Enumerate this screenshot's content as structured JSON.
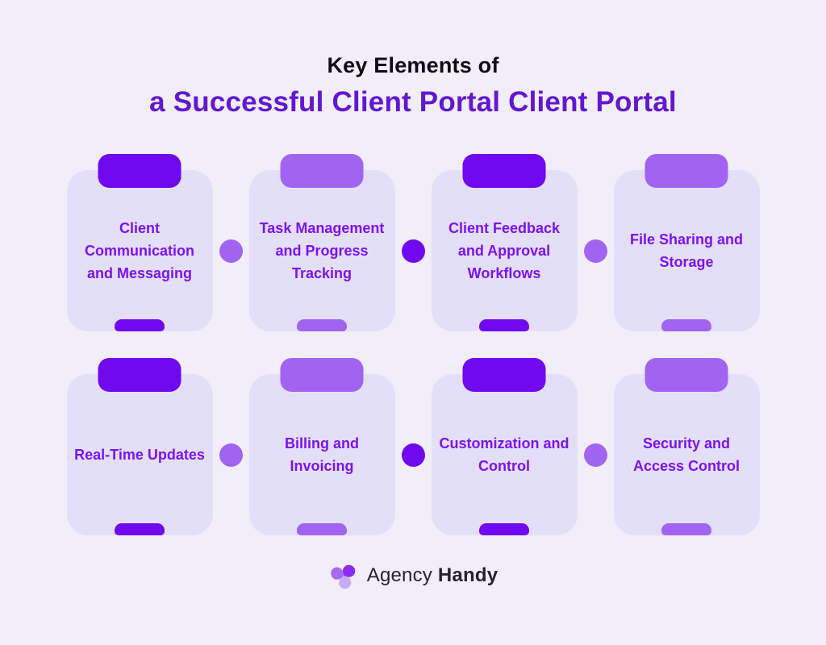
{
  "title": {
    "line1": "Key Elements of",
    "line2": "a Successful Client Portal Client Portal",
    "line1_color": "#0F0A1A",
    "line2_color": "#6217D0"
  },
  "cards": [
    {
      "label": "Client Communication and Messaging",
      "accent": "dark"
    },
    {
      "label": "Task Management and Progress Tracking",
      "accent": "light"
    },
    {
      "label": "Client Feedback and Approval Workflows",
      "accent": "dark"
    },
    {
      "label": "File Sharing and Storage",
      "accent": "light"
    },
    {
      "label": "Real-Time Updates",
      "accent": "dark"
    },
    {
      "label": "Billing and Invoicing",
      "accent": "light"
    },
    {
      "label": "Customization and Control",
      "accent": "dark"
    },
    {
      "label": "Security and Access Control",
      "accent": "light"
    }
  ],
  "connectors": [
    {
      "accent": "light"
    },
    {
      "accent": "dark"
    },
    {
      "accent": "light"
    },
    {
      "accent": "light"
    },
    {
      "accent": "dark"
    },
    {
      "accent": "light"
    }
  ],
  "colors": {
    "background": "#F1EEFA",
    "card_background": "#E4DFF9",
    "accent_dark": "#7009EF",
    "accent_light": "#A164F0",
    "card_text": "#7B12F0"
  },
  "footer": {
    "brand_regular": "Agency",
    "brand_bold": "Handy",
    "logo": "agency-handy-swirl-icon",
    "logo_colors": [
      "#8C2BF0",
      "#A76AF2",
      "#C9AAF4"
    ]
  }
}
